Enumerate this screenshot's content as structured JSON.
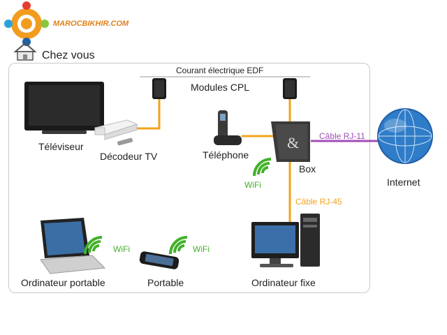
{
  "brand": {
    "name": "MAROCBIKHIR.COM"
  },
  "home": {
    "title": "Chez vous"
  },
  "network": {
    "power_label": "Courant électrique EDF",
    "cpl_label": "Modules CPL",
    "tv_label": "Téléviseur",
    "decoder_label": "Décodeur TV",
    "phone_label": "Téléphone",
    "box_label": "Box",
    "wifi_label": "WiFi",
    "internet_label": "Internet",
    "rj11_label": "Câble RJ-11",
    "rj45_label": "Câble RJ-45",
    "laptop_label": "Ordinateur portable",
    "mobile_label": "Portable",
    "desktop_label": "Ordinateur fixe"
  },
  "colors": {
    "wire_orange": "#f2a31b",
    "wire_purple": "#a04cb8",
    "wifi_green": "#43b02a",
    "brand_orange": "#e0811a"
  }
}
